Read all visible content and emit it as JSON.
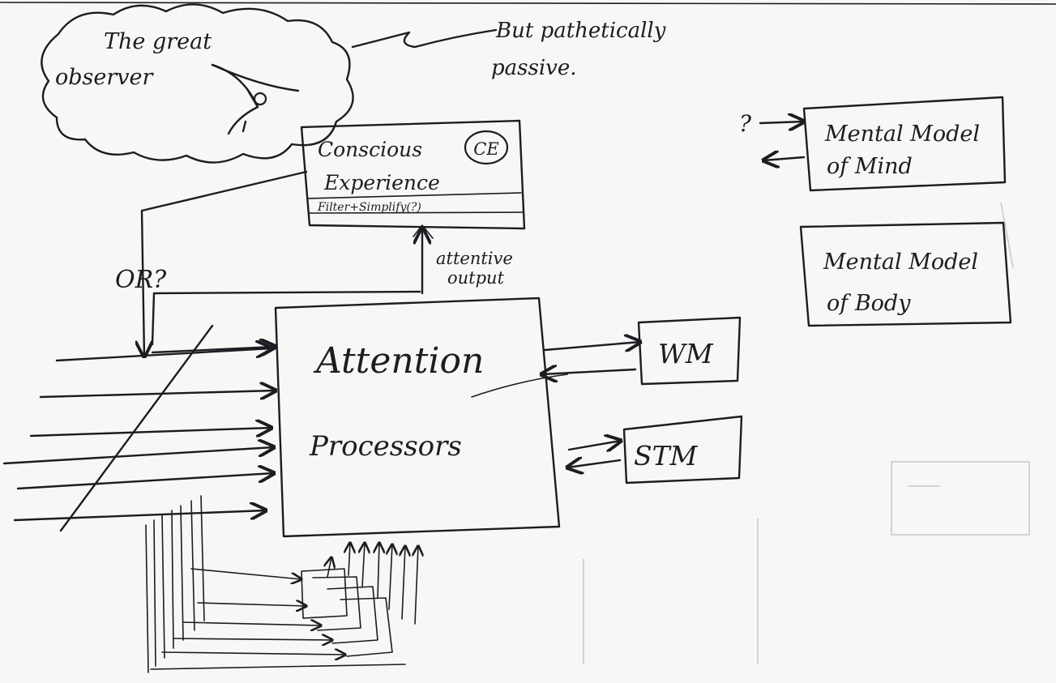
{
  "diagram": {
    "observer": {
      "line1": "The great",
      "line2": "observer"
    },
    "observer_note": {
      "line1": "But pathetically",
      "line2": "passive."
    },
    "conscious_experience": {
      "line1": "Conscious",
      "tag": "CE",
      "line2": "Experience",
      "filter_label": "Filter+Simplify(?)"
    },
    "or_label": "OR?",
    "attentive_output": {
      "line1": "attentive",
      "line2": "output"
    },
    "processor_box": {
      "line1": "Attention",
      "line2": "Processors"
    },
    "wm": "WM",
    "stm": "STM",
    "mind_model": {
      "question": "?",
      "line1": "Mental Model",
      "line2": "of Mind"
    },
    "body_model": {
      "line1": "Mental Model",
      "line2": "of Body"
    }
  },
  "colors": {
    "ink": "#1c1c22",
    "paper": "#f7f7f5",
    "bleed": "#c9c9c6"
  }
}
